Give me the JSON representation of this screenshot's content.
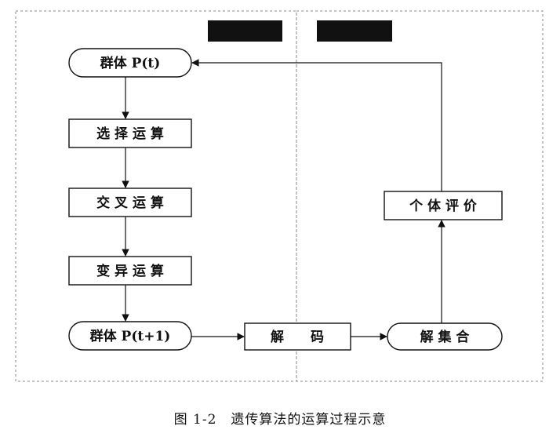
{
  "nodes": {
    "population_t": "群体 P(t)",
    "selection": "选 择 运 算",
    "crossover": "交 叉 运 算",
    "mutation": "变 异 运 算",
    "population_t1": "群体 P(t+1)",
    "decode": "解　　码",
    "solution_set": "解 集 合",
    "evaluation": "个 体 评 价"
  },
  "caption": "图 1-2　遗传算法的运算过程示意",
  "colors": {
    "line": "#111111",
    "dashed": "#888888",
    "redaction": "#111111"
  }
}
